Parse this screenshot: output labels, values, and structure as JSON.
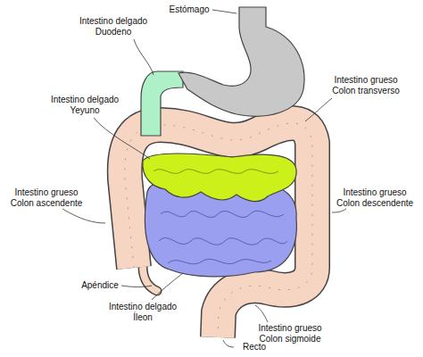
{
  "diagram": {
    "labels": [
      "Estómago",
      "Intestino delgado Duodeno",
      "Intestino delgado Yeyuno",
      "Intestino grueso Colon transverso",
      "Intestino grueso Colon ascendente",
      "Intestino grueso Colon descendente",
      "Apéndice",
      "Intestino delgado Íleon",
      "Recto",
      "Intestino grueso Colon sigmoide"
    ]
  }
}
